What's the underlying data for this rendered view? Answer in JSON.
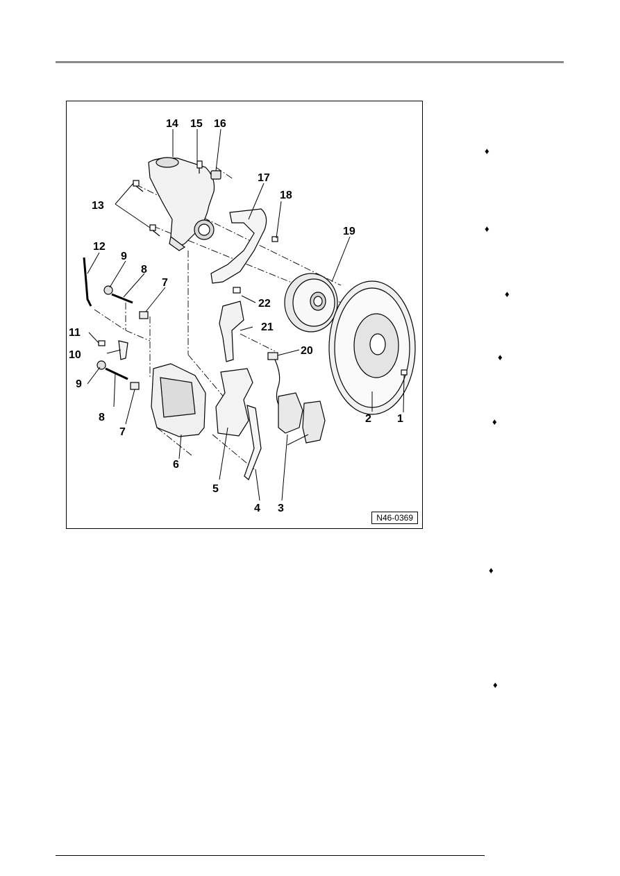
{
  "figure": {
    "id": "N46-0369",
    "callouts": [
      "14",
      "15",
      "16",
      "13",
      "17",
      "18",
      "12",
      "9",
      "8",
      "7",
      "19",
      "22",
      "21",
      "11",
      "10",
      "20",
      "9",
      "8",
      "7",
      "6",
      "5",
      "4",
      "3",
      "2",
      "1"
    ]
  },
  "bullets": [
    "♦",
    "♦",
    "♦",
    "♦",
    "♦",
    "♦",
    "♦"
  ]
}
